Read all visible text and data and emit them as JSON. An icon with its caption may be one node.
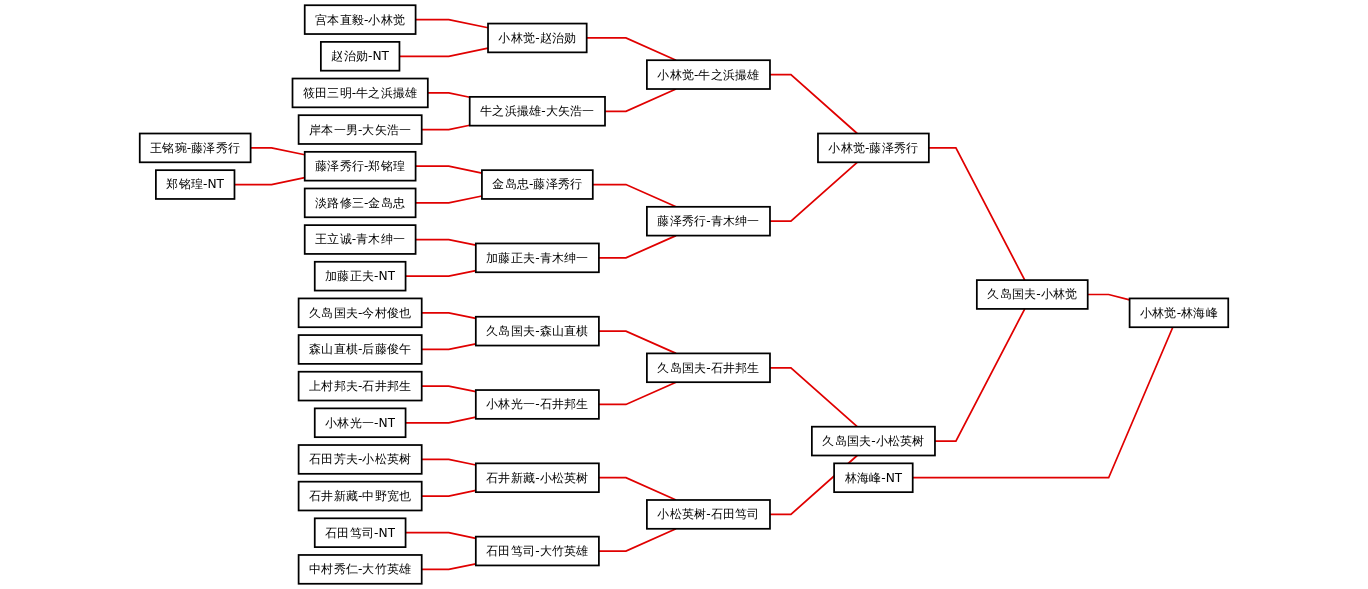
{
  "diagram": {
    "nodes": [
      {
        "text": [
          "王铭琬-藤泽秀行"
        ]
      },
      {
        "text": [
          "郑铭瑝-NT"
        ]
      },
      {
        "text": [
          "宫本直毅-小林觉"
        ]
      },
      {
        "text": [
          "赵治勋-NT"
        ]
      },
      {
        "text": [
          "筱田三明-牛之浜撮雄"
        ]
      },
      {
        "text": [
          "岸本一男-大矢浩一"
        ]
      },
      {
        "text": [
          "藤泽秀行-郑铭瑝"
        ]
      },
      {
        "text": [
          "淡路修三-金岛忠"
        ]
      },
      {
        "text": [
          "王立诚-青木绅一"
        ]
      },
      {
        "text": [
          "加藤正夫-NT"
        ]
      },
      {
        "text": [
          "久岛国夫-今村俊也"
        ]
      },
      {
        "text": [
          "森山直棋-后藤俊午"
        ]
      },
      {
        "text": [
          "上村邦夫-石井邦生"
        ]
      },
      {
        "text": [
          "小林光一-NT"
        ]
      },
      {
        "text": [
          "石田芳夫-小松英树"
        ]
      },
      {
        "text": [
          "石井新藏-中野宽也"
        ]
      },
      {
        "text": [
          "石田笃司-NT"
        ]
      },
      {
        "text": [
          "中村秀仁-大竹英雄"
        ]
      },
      {
        "text": [
          "小林觉-赵治勋"
        ]
      },
      {
        "text": [
          "牛之浜撮雄-大矢浩一"
        ]
      },
      {
        "text": [
          "金岛忠-藤泽秀行"
        ]
      },
      {
        "text": [
          "加藤正夫-青木绅一"
        ]
      },
      {
        "text": [
          "久岛国夫-森山直棋"
        ]
      },
      {
        "text": [
          "小林光一-石井邦生"
        ]
      },
      {
        "text": [
          "石井新藏-小松英树"
        ]
      },
      {
        "text": [
          "石田笃司-大竹英雄"
        ]
      },
      {
        "text": [
          "小林觉-牛之浜撮雄"
        ]
      },
      {
        "text": [
          "藤泽秀行-青木绅一"
        ]
      },
      {
        "text": [
          "久岛国夫-石井邦生"
        ]
      },
      {
        "text": [
          "小松英树-石田笃司"
        ]
      },
      {
        "text": [
          "小林觉-藤泽秀行"
        ]
      },
      {
        "text": [
          "久岛国夫-小松英树"
        ]
      },
      {
        "text": [
          "久岛国夫-小林觉"
        ]
      },
      {
        "text": [
          "林海峰-NT"
        ]
      },
      {
        "text": [
          "小林觉-林海峰"
        ]
      }
    ],
    "edges": [
      {
        "from": 0,
        "to": 6,
        "arrow": "none"
      },
      {
        "from": 1,
        "to": 6,
        "arrow": "none"
      },
      {
        "from": 2,
        "to": 18,
        "arrow": "none"
      },
      {
        "from": 3,
        "to": 18,
        "arrow": "none"
      },
      {
        "from": 4,
        "to": 19,
        "arrow": "none"
      },
      {
        "from": 5,
        "to": 19,
        "arrow": "none"
      },
      {
        "from": 6,
        "to": 20,
        "arrow": "none"
      },
      {
        "from": 7,
        "to": 20,
        "arrow": "none"
      },
      {
        "from": 8,
        "to": 21,
        "arrow": "none"
      },
      {
        "from": 9,
        "to": 21,
        "arrow": "none"
      },
      {
        "from": 10,
        "to": 22,
        "arrow": "none"
      },
      {
        "from": 11,
        "to": 22,
        "arrow": "none"
      },
      {
        "from": 12,
        "to": 23,
        "arrow": "none"
      },
      {
        "from": 13,
        "to": 23,
        "arrow": "none"
      },
      {
        "from": 14,
        "to": 24,
        "arrow": "none"
      },
      {
        "from": 15,
        "to": 24,
        "arrow": "none"
      },
      {
        "from": 16,
        "to": 25,
        "arrow": "none"
      },
      {
        "from": 17,
        "to": 25,
        "arrow": "none"
      },
      {
        "from": 18,
        "to": 26,
        "arrow": "none"
      },
      {
        "from": 19,
        "to": 26,
        "arrow": "none"
      },
      {
        "from": 20,
        "to": 27,
        "arrow": "none"
      },
      {
        "from": 21,
        "to": 27,
        "arrow": "none"
      },
      {
        "from": 22,
        "to": 28,
        "arrow": "none"
      },
      {
        "from": 23,
        "to": 28,
        "arrow": "none"
      },
      {
        "from": 24,
        "to": 29,
        "arrow": "none"
      },
      {
        "from": 25,
        "to": 29,
        "arrow": "none"
      },
      {
        "from": 26,
        "to": 30,
        "arrow": "none"
      },
      {
        "from": 27,
        "to": 30,
        "arrow": "none"
      },
      {
        "from": 28,
        "to": 31,
        "arrow": "none"
      },
      {
        "from": 29,
        "to": 31,
        "arrow": "none"
      },
      {
        "from": 30,
        "to": 32,
        "arrow": "none"
      },
      {
        "from": 31,
        "to": 32,
        "arrow": "none"
      },
      {
        "from": 32,
        "to": 34,
        "arrow": "none"
      },
      {
        "from": 33,
        "to": 34,
        "arrow": "none"
      }
    ]
  }
}
